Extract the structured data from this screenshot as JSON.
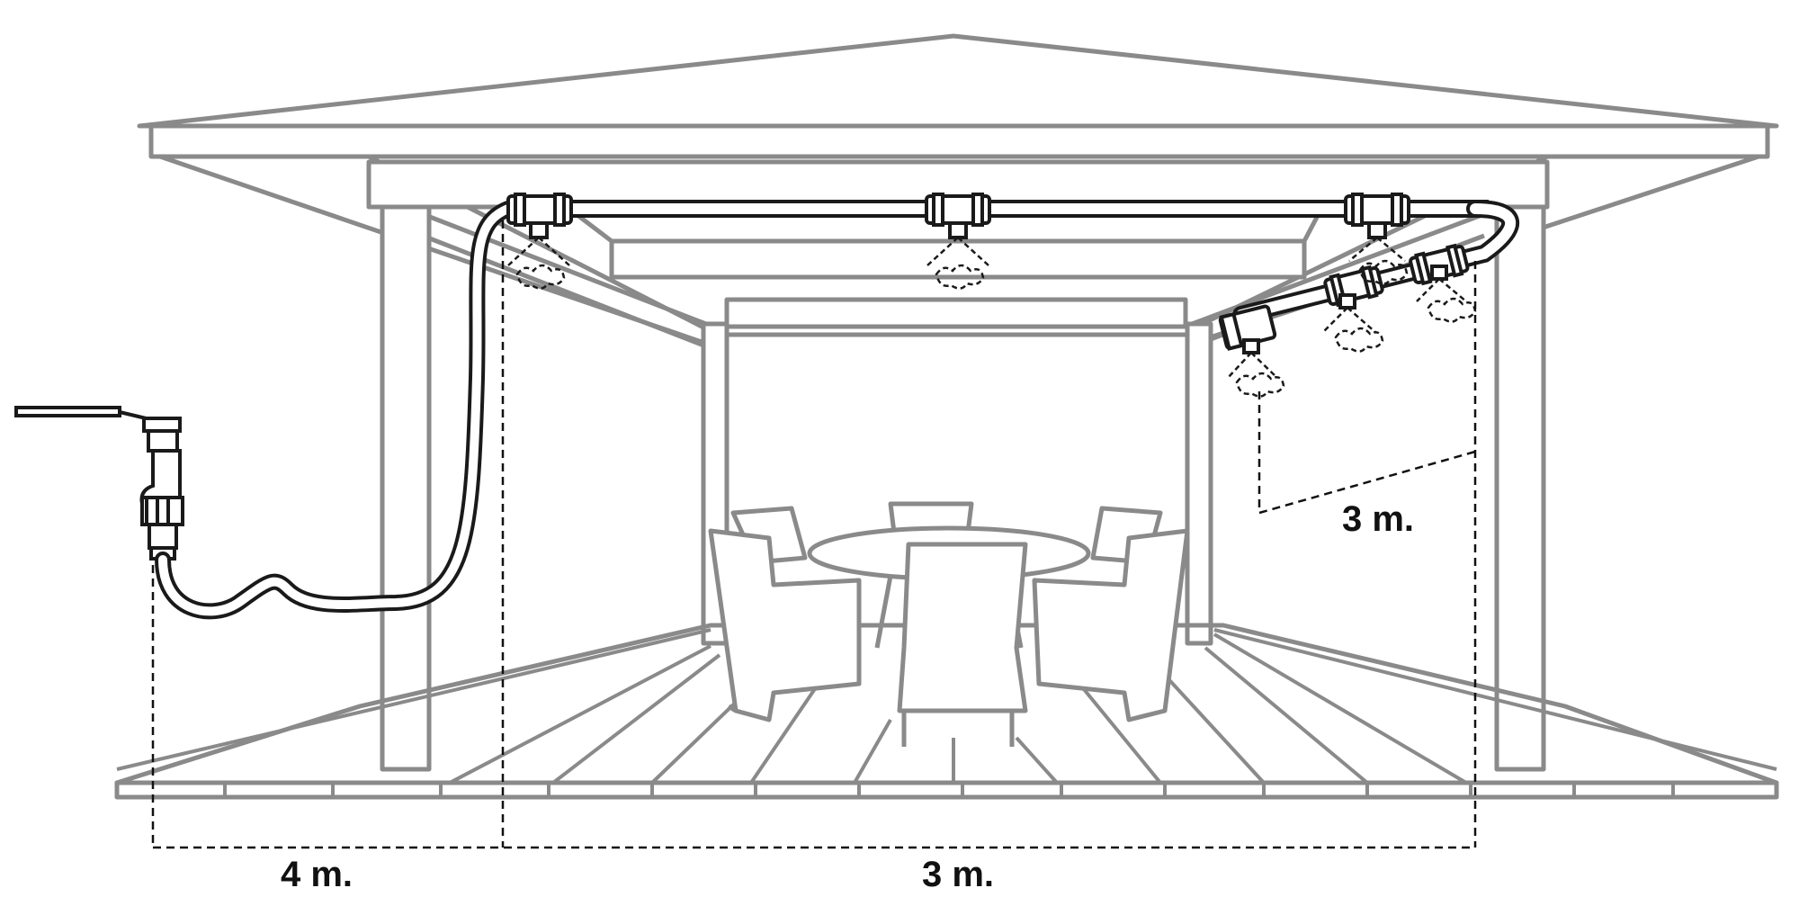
{
  "diagram": {
    "structure_color": "#8a8a8a",
    "hose_color": "#1a1a1a",
    "dimension_color": "#111111",
    "background": "#ffffff",
    "labels": {
      "left_span": "4 m.",
      "front_span": "3 m.",
      "side_span": "3 m."
    },
    "icons": [
      "gazebo-icon",
      "tap-valve-icon",
      "hose-icon",
      "mist-nozzle-icon",
      "patio-table-icon",
      "patio-chair-icon"
    ]
  }
}
